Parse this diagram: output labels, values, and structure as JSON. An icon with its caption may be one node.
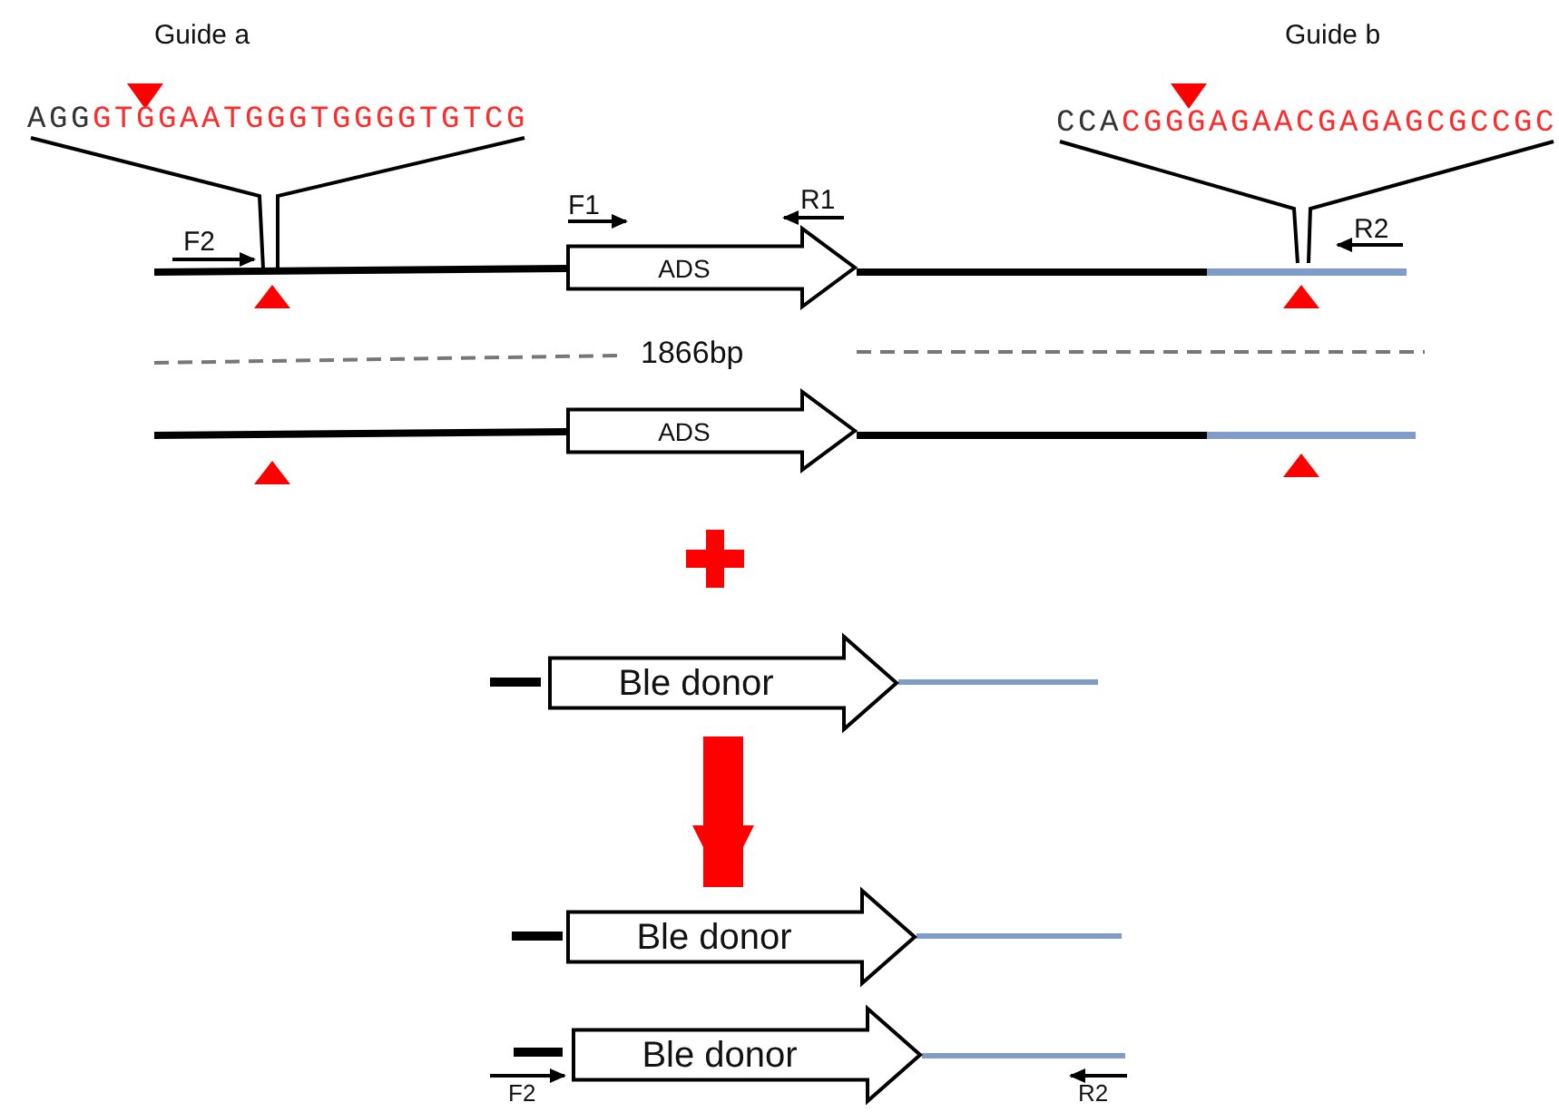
{
  "diagram": {
    "nodes": [
      {
        "text": [
          "AGGGTGGAATGGGTGGGGTGTCG"
        ]
      },
      {
        "text": [
          "CCACGGGAGAACGAGAGCGCCGC"
        ]
      },
      {
        "text": [
          "ADS"
        ]
      },
      {
        "text": [
          "ADS"
        ]
      },
      {
        "text": [
          "Ble donor"
        ]
      },
      {
        "text": [
          "Ble donor"
        ]
      },
      {
        "text": [
          "Ble donor"
        ]
      }
    ],
    "edges": [
      {
        "from": 0,
        "to": null,
        "arrow": "none"
      },
      {
        "from": 0,
        "to": null,
        "arrow": "none"
      },
      {
        "from": 1,
        "to": null,
        "arrow": "none"
      },
      {
        "from": 1,
        "to": null,
        "arrow": "none"
      },
      {
        "from": 4,
        "to": 5,
        "arrow": "to",
        "style": "thick",
        "color": "#ff0000"
      }
    ],
    "labels": [
      "Guide a",
      "Guide b",
      "F1",
      "R1",
      "F2",
      "R2",
      "1866bp",
      "F2",
      "R2"
    ]
  }
}
